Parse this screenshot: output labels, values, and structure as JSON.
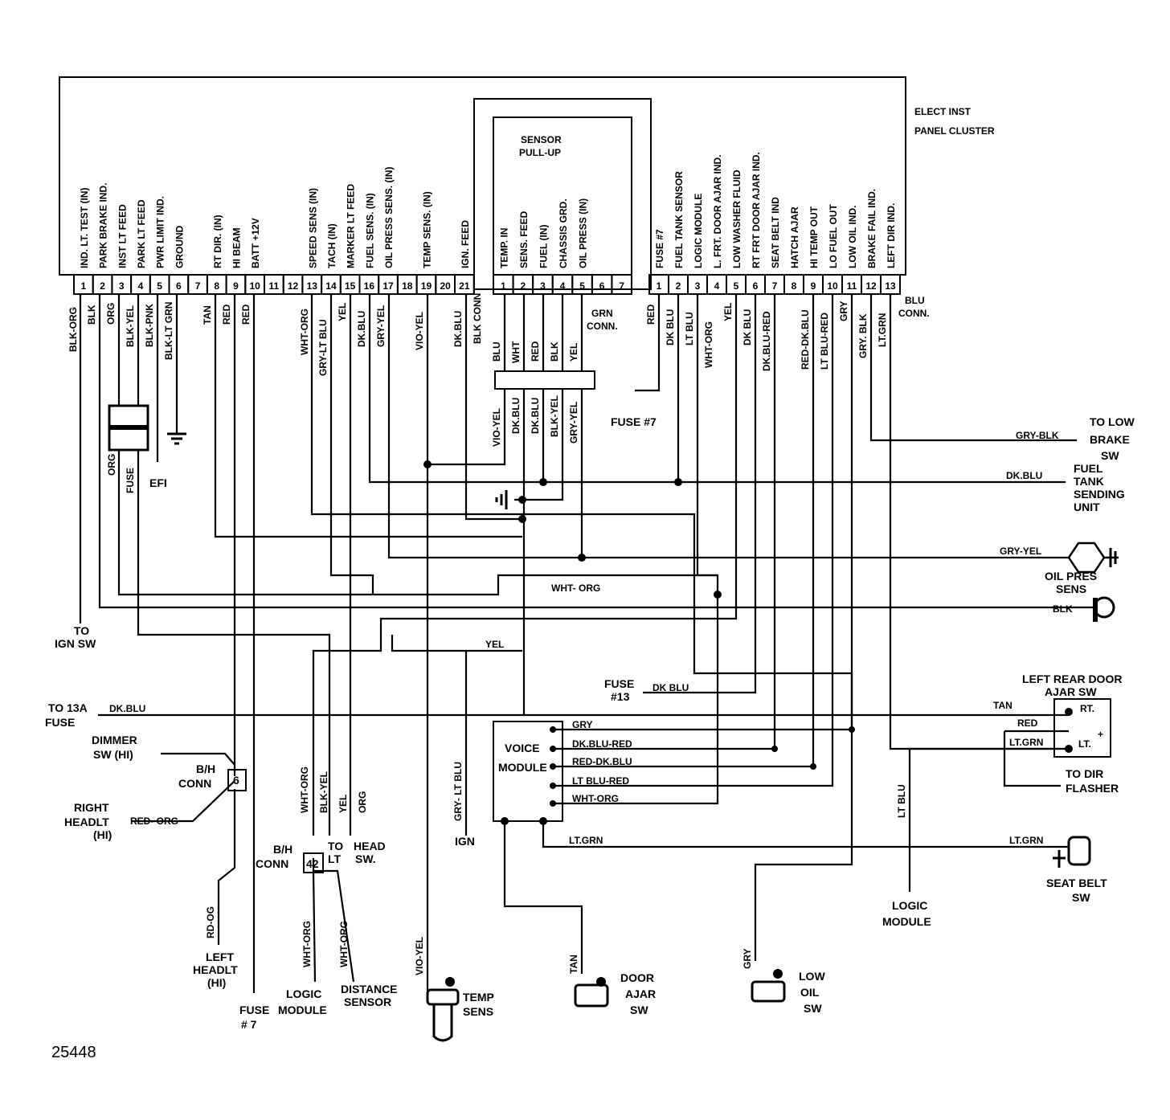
{
  "figure_id": "25448",
  "cluster": {
    "title_line1": "ELECT INST",
    "title_line2": "PANEL CLUSTER",
    "left_pins": [
      {
        "num": "1",
        "label": "IND. LT. TEST (IN)"
      },
      {
        "num": "2",
        "label": "PARK BRAKE IND."
      },
      {
        "num": "3",
        "label": "INST LT FEED"
      },
      {
        "num": "4",
        "label": "PARK LT FEED"
      },
      {
        "num": "5",
        "label": "PWR LIMIT IND."
      },
      {
        "num": "6",
        "label": "GROUND"
      },
      {
        "num": "7",
        "label": ""
      },
      {
        "num": "8",
        "label": "RT DIR. (IN)"
      },
      {
        "num": "9",
        "label": "HI BEAM"
      },
      {
        "num": "10",
        "label": "BATT +12V"
      },
      {
        "num": "11",
        "label": ""
      },
      {
        "num": "12",
        "label": ""
      },
      {
        "num": "13",
        "label": "SPEED SENS (IN)"
      },
      {
        "num": "14",
        "label": "TACH (IN)"
      },
      {
        "num": "15",
        "label": "MARKER LT FEED"
      },
      {
        "num": "16",
        "label": "FUEL SENS. (IN)"
      },
      {
        "num": "17",
        "label": "OIL PRESS SENS. (IN)"
      },
      {
        "num": "18",
        "label": ""
      },
      {
        "num": "19",
        "label": "TEMP SENS. (IN)"
      },
      {
        "num": "20",
        "label": ""
      },
      {
        "num": "21",
        "label": "IGN. FEED"
      }
    ],
    "sensor_pullup": {
      "title_line1": "SENSOR",
      "title_line2": "PULL-UP",
      "pins": [
        {
          "num": "1",
          "label": "TEMP. IN"
        },
        {
          "num": "2",
          "label": "SENS. FEED"
        },
        {
          "num": "3",
          "label": "FUEL (IN)"
        },
        {
          "num": "4",
          "label": "CHASSIS GRD."
        },
        {
          "num": "5",
          "label": "OIL PRESS (IN)"
        },
        {
          "num": "6",
          "label": ""
        },
        {
          "num": "7",
          "label": ""
        }
      ]
    },
    "right_pins": [
      {
        "num": "1",
        "label": "FUSE #7"
      },
      {
        "num": "2",
        "label": "FUEL TANK SENSOR"
      },
      {
        "num": "3",
        "label": "LOGIC MODULE"
      },
      {
        "num": "4",
        "label": "L. FRT. DOOR AJAR IND."
      },
      {
        "num": "5",
        "label": "LOW WASHER FLUID"
      },
      {
        "num": "6",
        "label": "RT FRT DOOR AJAR IND."
      },
      {
        "num": "7",
        "label": "SEAT BELT IND"
      },
      {
        "num": "8",
        "label": "HATCH AJAR"
      },
      {
        "num": "9",
        "label": "HI TEMP OUT"
      },
      {
        "num": "10",
        "label": "LO FUEL OUT"
      },
      {
        "num": "11",
        "label": "LOW OIL IND."
      },
      {
        "num": "12",
        "label": "BRAKE FAIL IND."
      },
      {
        "num": "13",
        "label": "LEFT DIR IND."
      }
    ]
  },
  "connectors": {
    "blk_conn": "BLK CONN",
    "grn_conn_line1": "GRN",
    "grn_conn_line2": "CONN.",
    "blu_conn_line1": "BLU",
    "blu_conn_line2": "CONN.",
    "bh_conn_label": "B/H",
    "bh_conn_label2": "CONN",
    "bh6_num": "6",
    "bh42_num": "42"
  },
  "wire_labels": {
    "blk_org": "BLK-ORG",
    "blk": "BLK",
    "org": "ORG",
    "blk_yel": "BLK-YEL",
    "blk_pnk": "BLK-PNK",
    "blk_lt_grn": "BLK-LT GRN",
    "tan": "TAN",
    "red": "RED",
    "wht_org": "WHT-ORG",
    "gry_lt_blu": "GRY-LT BLU",
    "yel": "YEL",
    "dk_blu": "DK.BLU",
    "gry_yel": "GRY-YEL",
    "vio_yel": "VIO-YEL",
    "blu": "BLU",
    "wht": "WHT",
    "dk_blu2": "DK BLU",
    "lt_blu": "LT BLU",
    "dk_blu_red": "DK.BLU-RED",
    "red_dk_blu": "RED-DK.BLU",
    "lt_blu_red": "LT BLU-RED",
    "gry": "GRY",
    "gry_blk": "GRY. BLK",
    "lt_grn": "LT.GRN",
    "gry_blk2": "GRY-BLK",
    "dk_blu3": "DK.BLU",
    "gry_yel2": "GRY-YEL",
    "blk2": "BLK",
    "wht_org2": "WHT- ORG",
    "yel2": "YEL",
    "dk_blu_fuse13": "DK BLU",
    "dk_blu_13a": "DK.BLU",
    "tan2": "TAN",
    "red2": "RED",
    "lt_grn2": "LT.GRN",
    "red_org": "RED- ORG",
    "rd_og": "RD-OG",
    "gry_lt_blu2": "GRY- LT BLU",
    "blk_yel2": "BLK-YEL",
    "org2": "ORG",
    "lt_grn3": "LT.GRN",
    "lt_grn4": "LT.GRN",
    "lt_blu2": "LT BLU",
    "tan3": "TAN",
    "gry2": "GRY",
    "fuse": "FUSE",
    "org3": "ORG",
    "vm_gry": "GRY",
    "vm_dk_blu_red": "DK.BLU-RED",
    "vm_red_dk_blu": "RED-DK.BLU",
    "vm_lt_blu_red": "LT BLU-RED",
    "vm_wht_org": "WHT-ORG",
    "vio_yel2": "VIO-YEL",
    "wht_org_l1": "WHT-ORG",
    "wht_org_l2": "WHT-ORG",
    "wht_org_bh": "WHT-ORG",
    "red_fuse7": "RED"
  },
  "components": {
    "fuse7_top": "FUSE #7",
    "efi": "EFI",
    "to_low_brake": [
      "TO LOW",
      "BRAKE",
      "SW"
    ],
    "fuel_tank": [
      "FUEL",
      "TANK",
      "SENDING",
      "UNIT"
    ],
    "oil_pres": [
      "OIL PRES",
      "SENS"
    ],
    "to_ign_sw": [
      "TO",
      "IGN SW"
    ],
    "fuse13": [
      "FUSE",
      "#13"
    ],
    "left_rear_door": [
      "LEFT REAR DOOR",
      "AJAR SW"
    ],
    "rt": "RT.",
    "lt": "LT.",
    "plus": "+",
    "to_13a": [
      "TO 13A",
      "FUSE"
    ],
    "voice_module": [
      "VOICE",
      "MODULE"
    ],
    "dimmer": [
      "DIMMER",
      "SW (HI)"
    ],
    "right_headlt": [
      "RIGHT",
      "HEADLT",
      "(HI)"
    ],
    "to_dir": [
      "TO DIR",
      "FLASHER"
    ],
    "to_lt": [
      "TO",
      "LT"
    ],
    "head_sw": [
      "HEAD",
      "SW."
    ],
    "ign": "IGN",
    "seat_belt": [
      "SEAT BELT",
      "SW"
    ],
    "logic_module_r": [
      "LOGIC",
      "MODULE"
    ],
    "left_headlt": [
      "LEFT",
      "HEADLT",
      "(HI)"
    ],
    "logic_module_l": [
      "LOGIC",
      "MODULE"
    ],
    "distance_sensor": [
      "DISTANCE",
      "SENSOR"
    ],
    "temp_sens": [
      "TEMP",
      "SENS"
    ],
    "door_ajar": [
      "DOOR",
      "AJAR",
      "SW"
    ],
    "low_oil": [
      "LOW",
      "OIL",
      "SW"
    ],
    "fuse7_bottom": [
      "FUSE",
      "# 7"
    ]
  }
}
